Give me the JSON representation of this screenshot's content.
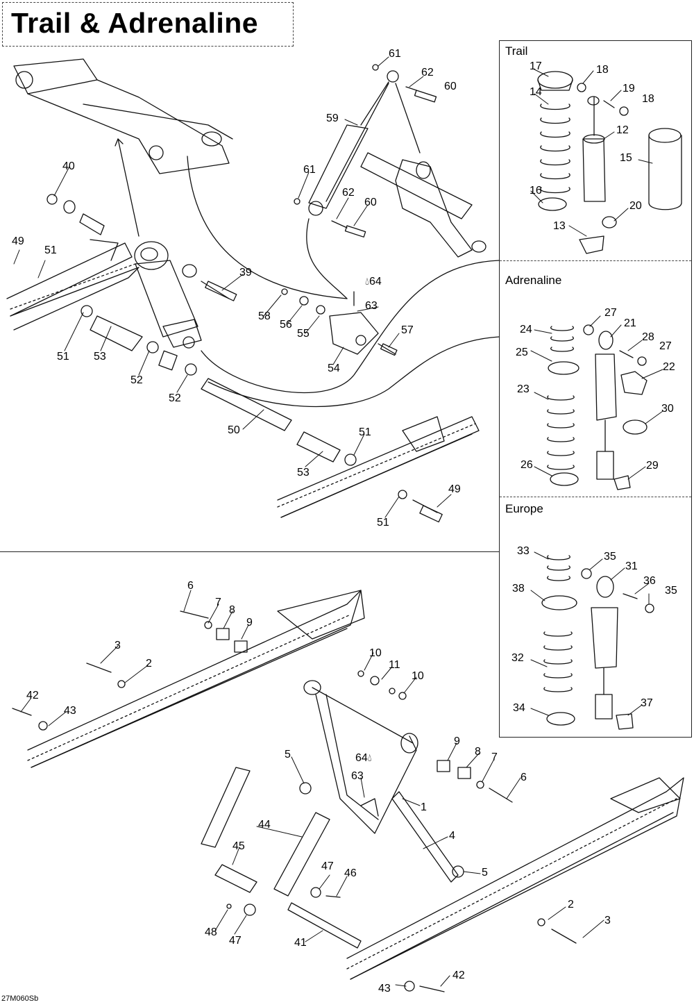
{
  "title": "Trail & Adrenaline",
  "figure_code": "27M060Sb",
  "panel": {
    "sections": [
      {
        "name": "trail",
        "label": "Trail"
      },
      {
        "name": "adrenaline",
        "label": "Adrenaline"
      },
      {
        "name": "europe",
        "label": "Europe"
      }
    ]
  },
  "icons": {
    "oil_drop": "oil-drop-icon"
  },
  "callouts": [
    {
      "id": "c-40",
      "text": "40"
    },
    {
      "id": "c-49a",
      "text": "49"
    },
    {
      "id": "c-51a",
      "text": "51"
    },
    {
      "id": "c-39",
      "text": "39"
    },
    {
      "id": "c-51b",
      "text": "51"
    },
    {
      "id": "c-53a",
      "text": "53"
    },
    {
      "id": "c-52a",
      "text": "52"
    },
    {
      "id": "c-52b",
      "text": "52"
    },
    {
      "id": "c-50",
      "text": "50"
    },
    {
      "id": "c-51c",
      "text": "51"
    },
    {
      "id": "c-53b",
      "text": "53"
    },
    {
      "id": "c-49b",
      "text": "49"
    },
    {
      "id": "c-51d",
      "text": "51"
    },
    {
      "id": "c-61a",
      "text": "61"
    },
    {
      "id": "c-62a",
      "text": "62"
    },
    {
      "id": "c-60a",
      "text": "60"
    },
    {
      "id": "c-59",
      "text": "59"
    },
    {
      "id": "c-61b",
      "text": "61"
    },
    {
      "id": "c-62b",
      "text": "62"
    },
    {
      "id": "c-60b",
      "text": "60"
    },
    {
      "id": "c-64a",
      "text": "64"
    },
    {
      "id": "c-63a",
      "text": "63"
    },
    {
      "id": "c-58",
      "text": "58"
    },
    {
      "id": "c-56",
      "text": "56"
    },
    {
      "id": "c-55",
      "text": "55"
    },
    {
      "id": "c-57",
      "text": "57"
    },
    {
      "id": "c-54",
      "text": "54"
    },
    {
      "id": "c-17",
      "text": "17"
    },
    {
      "id": "c-18a",
      "text": "18"
    },
    {
      "id": "c-19",
      "text": "19"
    },
    {
      "id": "c-18b",
      "text": "18"
    },
    {
      "id": "c-14",
      "text": "14"
    },
    {
      "id": "c-12",
      "text": "12"
    },
    {
      "id": "c-15",
      "text": "15"
    },
    {
      "id": "c-16",
      "text": "16"
    },
    {
      "id": "c-20",
      "text": "20"
    },
    {
      "id": "c-13",
      "text": "13"
    },
    {
      "id": "c-27a",
      "text": "27"
    },
    {
      "id": "c-24",
      "text": "24"
    },
    {
      "id": "c-21",
      "text": "21"
    },
    {
      "id": "c-28",
      "text": "28"
    },
    {
      "id": "c-27b",
      "text": "27"
    },
    {
      "id": "c-25",
      "text": "25"
    },
    {
      "id": "c-22",
      "text": "22"
    },
    {
      "id": "c-23",
      "text": "23"
    },
    {
      "id": "c-30",
      "text": "30"
    },
    {
      "id": "c-26",
      "text": "26"
    },
    {
      "id": "c-29",
      "text": "29"
    },
    {
      "id": "c-33",
      "text": "33"
    },
    {
      "id": "c-35a",
      "text": "35"
    },
    {
      "id": "c-31",
      "text": "31"
    },
    {
      "id": "c-38",
      "text": "38"
    },
    {
      "id": "c-36",
      "text": "36"
    },
    {
      "id": "c-35b",
      "text": "35"
    },
    {
      "id": "c-32",
      "text": "32"
    },
    {
      "id": "c-34",
      "text": "34"
    },
    {
      "id": "c-37",
      "text": "37"
    },
    {
      "id": "c-6a",
      "text": "6"
    },
    {
      "id": "c-7a",
      "text": "7"
    },
    {
      "id": "c-8a",
      "text": "8"
    },
    {
      "id": "c-9a",
      "text": "9"
    },
    {
      "id": "c-3a",
      "text": "3"
    },
    {
      "id": "c-2a",
      "text": "2"
    },
    {
      "id": "c-42a",
      "text": "42"
    },
    {
      "id": "c-43a",
      "text": "43"
    },
    {
      "id": "c-10a",
      "text": "10"
    },
    {
      "id": "c-11",
      "text": "11"
    },
    {
      "id": "c-10b",
      "text": "10"
    },
    {
      "id": "c-5a",
      "text": "5"
    },
    {
      "id": "c-64b",
      "text": "64"
    },
    {
      "id": "c-63b",
      "text": "63"
    },
    {
      "id": "c-9b",
      "text": "9"
    },
    {
      "id": "c-8b",
      "text": "8"
    },
    {
      "id": "c-7b",
      "text": "7"
    },
    {
      "id": "c-6b",
      "text": "6"
    },
    {
      "id": "c-1",
      "text": "1"
    },
    {
      "id": "c-44",
      "text": "44"
    },
    {
      "id": "c-45",
      "text": "45"
    },
    {
      "id": "c-4",
      "text": "4"
    },
    {
      "id": "c-5b",
      "text": "5"
    },
    {
      "id": "c-47a",
      "text": "47"
    },
    {
      "id": "c-46",
      "text": "46"
    },
    {
      "id": "c-48",
      "text": "48"
    },
    {
      "id": "c-47b",
      "text": "47"
    },
    {
      "id": "c-41",
      "text": "41"
    },
    {
      "id": "c-2b",
      "text": "2"
    },
    {
      "id": "c-3b",
      "text": "3"
    },
    {
      "id": "c-43b",
      "text": "43"
    },
    {
      "id": "c-42b",
      "text": "42"
    }
  ]
}
